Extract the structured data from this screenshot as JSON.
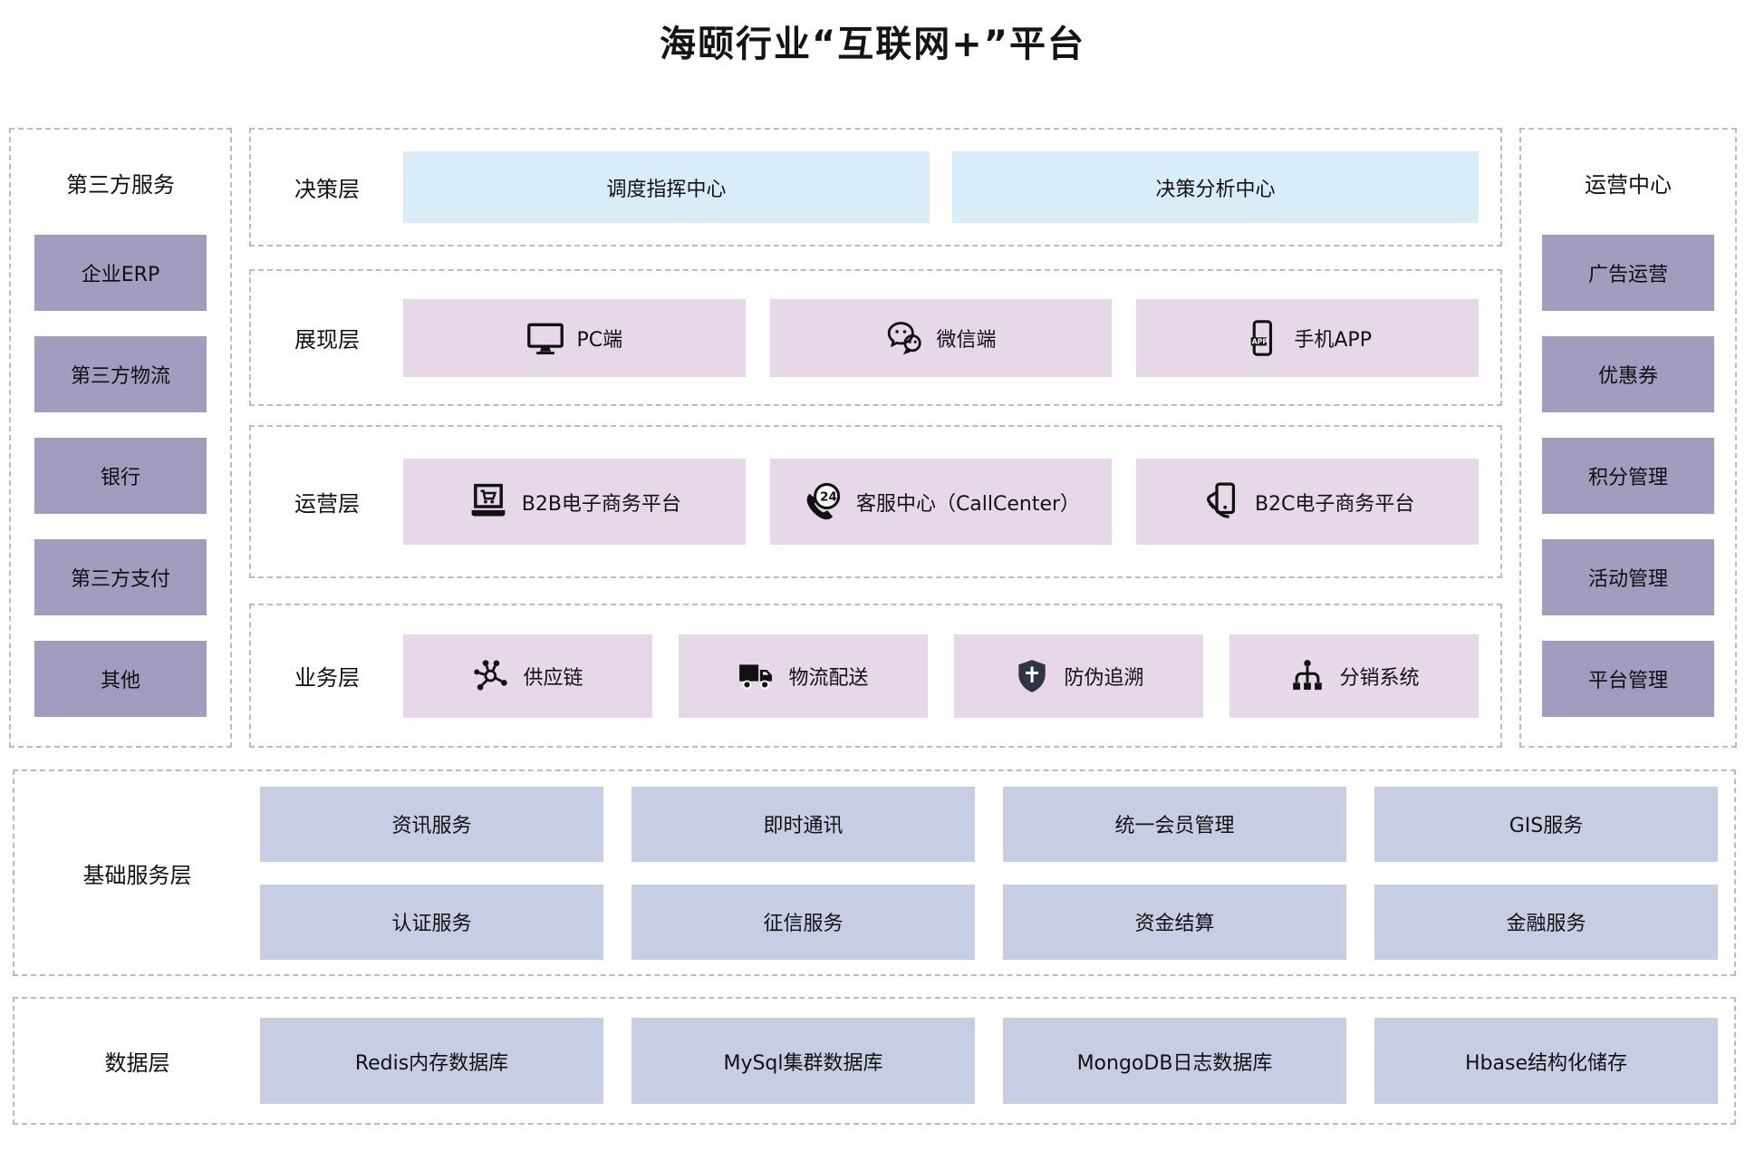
{
  "title": "海颐行业“互联网+”平台",
  "colors": {
    "decision_box": "#d9edf9",
    "middle_box": "#e6d8e9",
    "side_box": "#a49cbe",
    "bottom_box": "#c7cde3",
    "dash_border": "#bcbcbc",
    "icon": "#111111",
    "text": "#111111"
  },
  "left_panel": {
    "title": "第三方服务",
    "items": [
      "企业ERP",
      "第三方物流",
      "银行",
      "第三方支付",
      "其他"
    ]
  },
  "right_panel": {
    "title": "运营中心",
    "items": [
      "广告运营",
      "优惠券",
      "积分管理",
      "活动管理",
      "平台管理"
    ]
  },
  "layers": [
    {
      "label": "决策层",
      "items": [
        {
          "text": "调度指挥中心"
        },
        {
          "text": "决策分析中心"
        }
      ]
    },
    {
      "label": "展现层",
      "items": [
        {
          "icon": "monitor-icon",
          "text": "PC端"
        },
        {
          "icon": "wechat-icon",
          "text": "微信端"
        },
        {
          "icon": "mobile-app-icon",
          "text": "手机APP"
        }
      ]
    },
    {
      "label": "运营层",
      "items": [
        {
          "icon": "laptop-cart-icon",
          "text": "B2B电子商务平台"
        },
        {
          "icon": "callcenter-24-icon",
          "text": "客服中心（CallCenter）"
        },
        {
          "icon": "hand-phone-icon",
          "text": "B2C电子商务平台"
        }
      ]
    },
    {
      "label": "业务层",
      "items": [
        {
          "icon": "supply-chain-network-icon",
          "text": "供应链"
        },
        {
          "icon": "truck-icon",
          "text": "物流配送"
        },
        {
          "icon": "shield-icon",
          "text": "防伪追溯"
        },
        {
          "icon": "distribution-sitemap-icon",
          "text": "分销系统"
        }
      ]
    }
  ],
  "base_service_layer": {
    "label": "基础服务层",
    "rows": [
      [
        "资讯服务",
        "即时通讯",
        "统一会员管理",
        "GIS服务"
      ],
      [
        "认证服务",
        "征信服务",
        "资金结算",
        "金融服务"
      ]
    ]
  },
  "data_layer": {
    "label": "数据层",
    "items": [
      "Redis内存数据库",
      "MySql集群数据库",
      "MongoDB日志数据库",
      "Hbase结构化储存"
    ]
  }
}
